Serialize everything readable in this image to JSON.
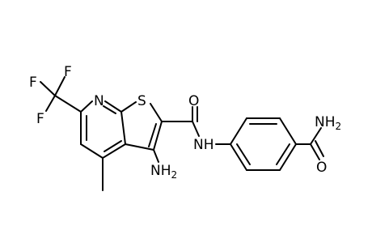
{
  "molecule": {
    "labels": {
      "F_top": "F",
      "F_left": "F",
      "F_mid": "F",
      "N_ring": "N",
      "S_ring": "S",
      "O_amide": "O",
      "NH_amide": "NH",
      "NH2_amino": "NH",
      "NH2_amino_sub": "2",
      "NH2_carbamoyl": "NH",
      "NH2_carbamoyl_sub": "2",
      "O_carbamoyl": "O"
    },
    "colors": {
      "bond": "#000000",
      "text": "#000000",
      "background": "#ffffff"
    }
  }
}
